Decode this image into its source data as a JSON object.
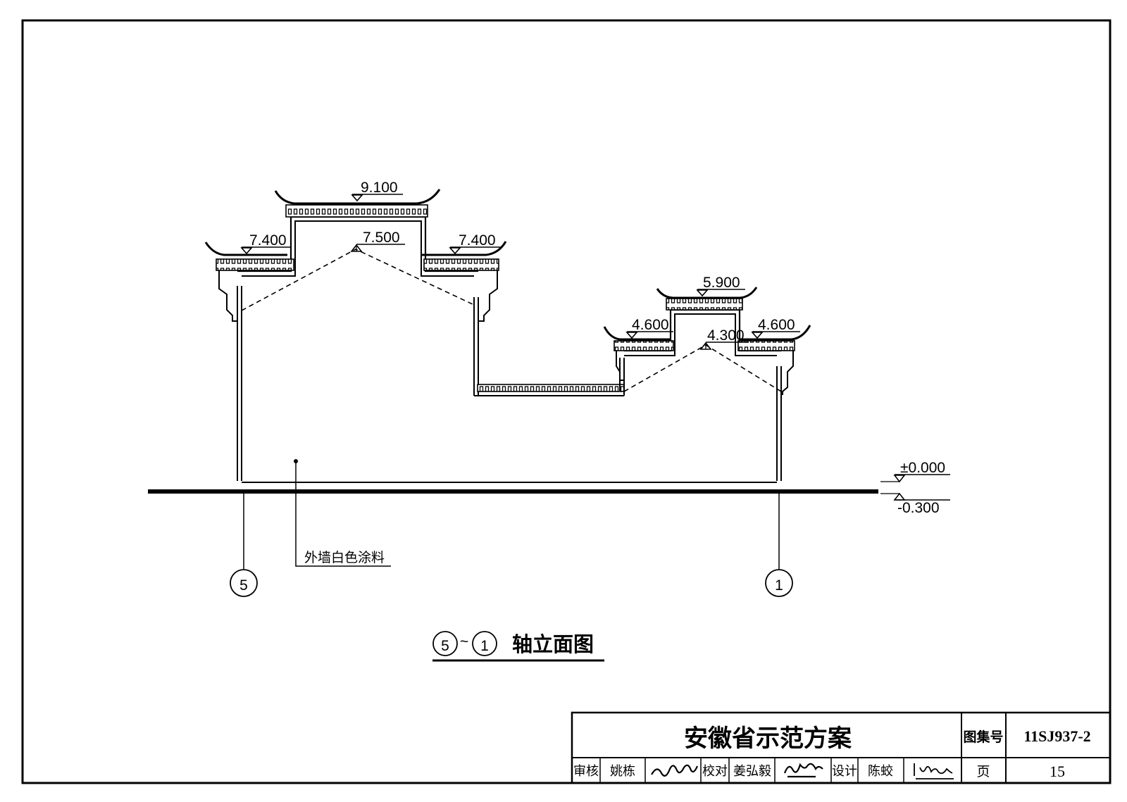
{
  "elevations": {
    "center_top": "9.100",
    "center_gable": "7.500",
    "left_eave": "7.400",
    "right_eave": "7.400",
    "small_top": "5.900",
    "small_gable": "4.300",
    "small_left_eave": "4.600",
    "small_right_eave": "4.600",
    "ground_zero": "±0.000",
    "ground_minus": "-0.300"
  },
  "axes": {
    "left": "5",
    "right": "1"
  },
  "annotation": {
    "wall_finish": "外墙白色涂料"
  },
  "drawing_title": {
    "axis_from": "5",
    "separator": "~",
    "axis_to": "1",
    "text": "轴立面图"
  },
  "title_block": {
    "project_name": "安徽省示范方案",
    "atlas_label": "图集号",
    "atlas_number": "11SJ937-2",
    "review_label": "审核",
    "review_name": "姚栋",
    "check_label": "校对",
    "check_name": "姜弘毅",
    "design_label": "设计",
    "design_name": "陈蛟",
    "page_label": "页",
    "page_number": "15"
  }
}
